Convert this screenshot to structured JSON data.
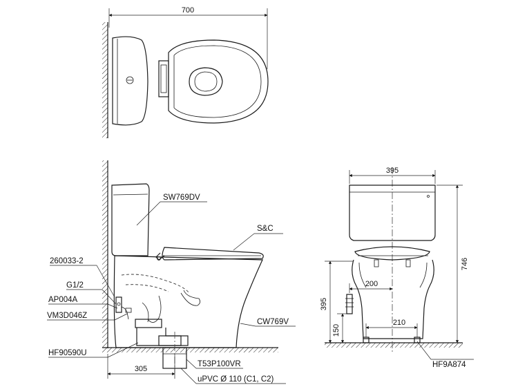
{
  "top_view": {
    "width_dim": "700"
  },
  "side_view": {
    "parts": {
      "tank": "SW769DV",
      "seat": "S&C",
      "bowl": "CW769V",
      "fitting_1": "260033-2",
      "inlet": "G1/2",
      "valve": "AP004A",
      "hose": "VM3D046Z",
      "flange": "HF90590U",
      "outlet": "T53P100VR",
      "pipe": "uPVC Ø 110 (C1, C2)"
    },
    "dims": {
      "rough_in": "305"
    }
  },
  "front_view": {
    "dims": {
      "width": "395",
      "height": "746",
      "inlet_height": "395",
      "inlet_offset": "200",
      "bolt_spacing": "210",
      "floor_inlet": "150"
    },
    "parts": {
      "bolt_kit": "HF9A874"
    }
  },
  "colors": {
    "line": "#1a1a1a",
    "background": "#ffffff"
  }
}
